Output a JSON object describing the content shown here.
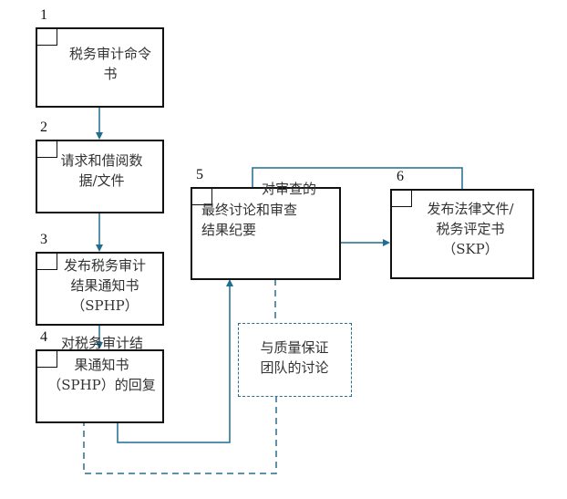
{
  "diagram": {
    "steps": [
      {
        "num": "1",
        "text": "税务审计命令\n书"
      },
      {
        "num": "2",
        "text": "请求和借阅数\n据/文件"
      },
      {
        "num": "3",
        "text": "发布税务审计\n结果通知书\n（SPHP）"
      },
      {
        "num": "4",
        "text_overflow": "对税务审计结",
        "text": "果通知书\n（SPHP）的回复"
      },
      {
        "num": "5",
        "text_overflow": "对审查的",
        "text": "最终讨论和审查\n结果纪要"
      },
      {
        "num": "6",
        "text": "发布法律文件/\n税务评定书\n（SKP）"
      }
    ],
    "side_note": {
      "text": "与质量保证\n团队的讨论"
    },
    "colors": {
      "connector": "#1f6d8f",
      "box_border": "#111111",
      "dashed": "#2a6f8e"
    }
  }
}
